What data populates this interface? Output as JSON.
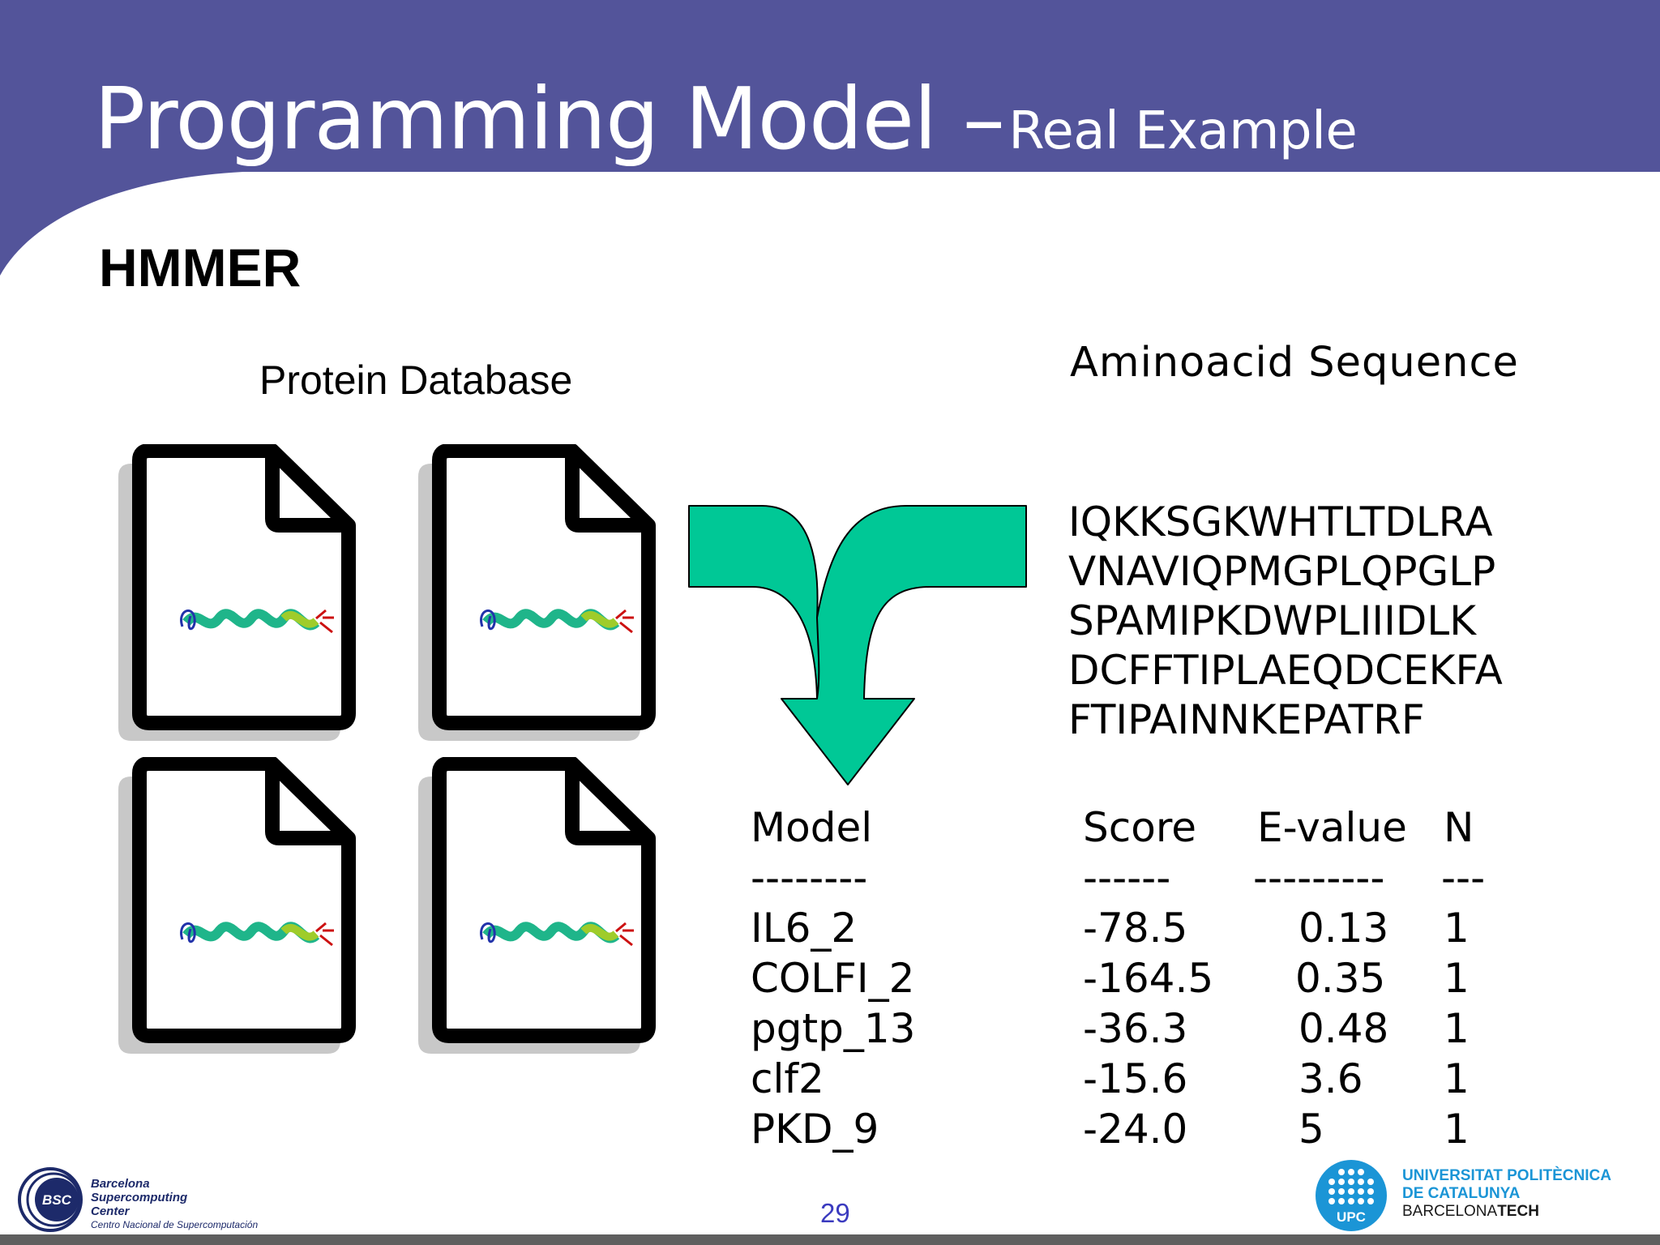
{
  "slide": {
    "title_main": "Programming Model –",
    "title_sub": "Real Example",
    "section": "HMMER",
    "db_label": "Protein Database",
    "seq_label": "Aminoacid Sequence",
    "sequence": [
      "IQKKSGKWHTLTDLRA",
      "VNAVIQPMGPLQPGLP",
      "SPAMIPKDWPLIIIDLK",
      "DCFFTIPLAEQDCEKFA",
      "FTIPAINNKEPATRF"
    ],
    "table": {
      "headers": [
        "Model",
        "Score",
        "E-value",
        "N"
      ],
      "separators": [
        "--------",
        "------",
        "---------",
        "---"
      ],
      "rows": [
        [
          "IL6_2",
          "-78.5",
          "0.13",
          "1"
        ],
        [
          "COLFI_2",
          "-164.5",
          "0.35",
          "1"
        ],
        [
          "pgtp_13",
          "-36.3",
          "0.48",
          "1"
        ],
        [
          "clf2",
          "-15.6",
          "3.6",
          "1"
        ],
        [
          "PKD_9",
          "-24.0",
          "5",
          "1"
        ]
      ]
    }
  },
  "footer": {
    "page_number": "29",
    "bsc": {
      "badge": "BSC",
      "line1": "Barcelona",
      "line2": "Supercomputing",
      "line3": "Center",
      "line4": "Centro Nacional de Supercomputación"
    },
    "upc": {
      "badge": "UPC",
      "line1": "UNIVERSITAT POLITÈCNICA",
      "line2": "DE CATALUNYA",
      "line3_a": "BARCELONA",
      "line3_b": "TECH"
    }
  },
  "colors": {
    "header": "#53549a",
    "arrow": "#00c896",
    "page_number": "#3b3bbf",
    "upc_blue": "#1b95d6",
    "bsc_navy": "#1d2a6a"
  },
  "icons": [
    "document-icon",
    "protein-structure-icon",
    "merge-arrow-icon"
  ]
}
